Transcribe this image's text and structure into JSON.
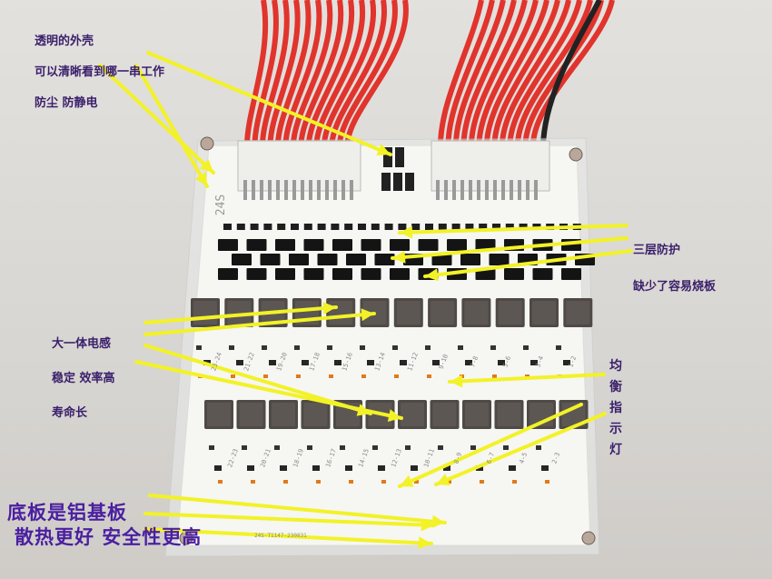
{
  "annotations": {
    "shell": {
      "l1": "透明的外壳",
      "l2": "可以清晰看到哪一串工作",
      "l3": "防尘 防静电"
    },
    "protection": {
      "l1": "三层防护",
      "l2": "缺少了容易烧板"
    },
    "inductor": {
      "l1": "大一体电感",
      "l2": "稳定 效率高",
      "l3": "寿命长"
    },
    "indicator": {
      "chars": [
        "均",
        "衡",
        "指",
        "示",
        "灯"
      ]
    },
    "base": {
      "l1": "底板是铝基板",
      "l2": "散热更好 安全性更高"
    }
  },
  "board": {
    "model_label": "24S",
    "cell_labels_top": [
      "23-24",
      "21-22",
      "19-20",
      "17-18",
      "15-16",
      "13-14",
      "11-12",
      "9-10",
      "7-8",
      "5-6",
      "3-4",
      "1-2"
    ],
    "cell_labels_bottom": [
      "22-23",
      "20-21",
      "18-19",
      "16-17",
      "14-15",
      "12-13",
      "10-11",
      "8-9",
      "6-7",
      "4-5",
      "2-3"
    ],
    "pcb_code": "24S-T1147-230831"
  },
  "colors": {
    "annotation_purple": "#3a1f6b",
    "arrow_yellow": "#f2f227",
    "wire_red": "#e0342c",
    "board_white": "#f5f5f2"
  }
}
